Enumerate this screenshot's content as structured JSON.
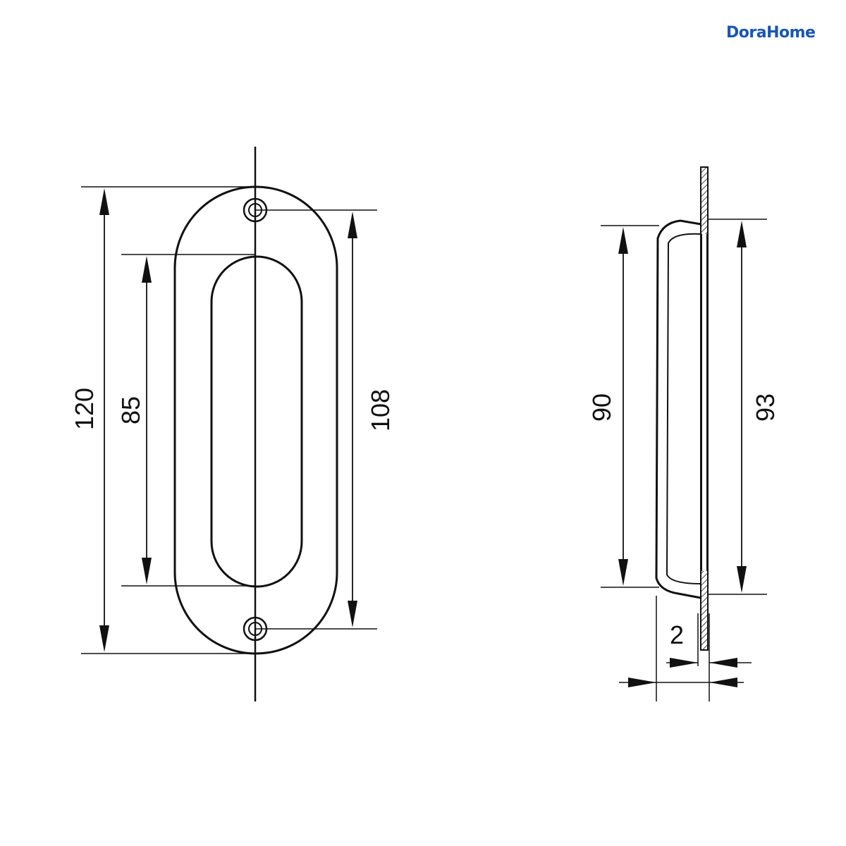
{
  "brand": {
    "logo_text": "DoraHome",
    "color": "#1a56b0",
    "accent": "#2f9be0"
  },
  "drawing": {
    "line_color": "#111111",
    "front_view": {
      "overall_height": "120",
      "grip_height": "85",
      "screw_spacing": "108"
    },
    "side_view": {
      "recess_height": "90",
      "flange_height": "93",
      "plate_thickness": "2"
    }
  }
}
